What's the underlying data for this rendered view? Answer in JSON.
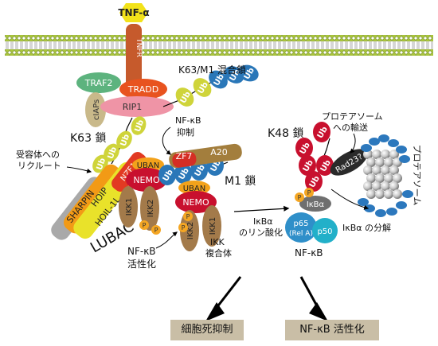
{
  "labels": {
    "tnf": "TNF-α",
    "tnfr": "TNFR",
    "traf2": "TRAF2",
    "tradd": "TRADD",
    "ciaps": "cIAPs",
    "rip1": "RIP1",
    "k63_m1_mixed": "K63/M1 混合鎖",
    "k63_chain": "K63 鎖",
    "receptor_recruit_1": "受容体への",
    "receptor_recruit_2": "リクルート",
    "nfkb_inhibit_1": "NF-κB",
    "nfkb_inhibit_2": "抑制",
    "zf7": "ZF7",
    "a20": "A20",
    "m1_chain": "M1 鎖",
    "uban_left": "UBAN",
    "nemo_left": "NEMO",
    "uban_right": "UBAN",
    "nemo_right": "NEMO",
    "nzf1": "NZF1",
    "sharpin": "SHARPIN",
    "hoip": "HOIP",
    "hoil1l": "HOIL-1L",
    "lubac": "LUBAC",
    "ikk1_left": "IKK1",
    "ikk2_left": "IKK2",
    "ikk2_right": "IKK2",
    "ikk1_right": "IKK1",
    "p": "P",
    "nfkb_activation_1": "NF-κB",
    "nfkb_activation_2": "活性化",
    "ikk_complex_1": "IKK",
    "ikk_complex_2": "複合体",
    "ikba_phos_1": "IκBα",
    "ikba_phos_2": "のリン酸化",
    "k48_chain": "K48 鎖",
    "proteasome_transport_1": "プロテアソーム",
    "proteasome_transport_2": "への輸送",
    "rad23": "Rad23?",
    "proteasome": "プロテアソーム",
    "ikba": "IκBα",
    "p65_1": "p65",
    "p65_2": "(Rel A)",
    "p50": "p50",
    "nfkb_complex": "NF-κB",
    "ikba_degradation": "IκBα の分解",
    "ub": "Ub",
    "outcome_left": "細胞死抑制",
    "outcome_right": "NF-κB 活性化"
  },
  "colors": {
    "membrane_head": "#a8c43a",
    "tnf": "#f2e21a",
    "tnfr": "#c65a2c",
    "traf2": "#5db37e",
    "tradd": "#e8531f",
    "ciaps": "#c9b98a",
    "rip1": "#ef94a6",
    "ub_yellow": "#cfd43a",
    "ub_blue": "#2a77b8",
    "ub_red": "#c8102e",
    "zf7": "#d52e24",
    "a20": "#a37e3d",
    "uban": "#f3a21b",
    "nemo": "#c8102e",
    "nzf1": "#e23a22",
    "sharpin": "#a9a9a9",
    "hoip": "#f29a16",
    "hoil1l": "#e9e22a",
    "ikk": "#a37a4a",
    "phospho": "#f4a623",
    "ikba": "#6f6f6f",
    "p65": "#2f8fc9",
    "p50": "#22b0c9",
    "rad23": "#2a2a2a",
    "proteasome_ring": "#2c78bd",
    "outcome_box": "#c9bea6"
  }
}
